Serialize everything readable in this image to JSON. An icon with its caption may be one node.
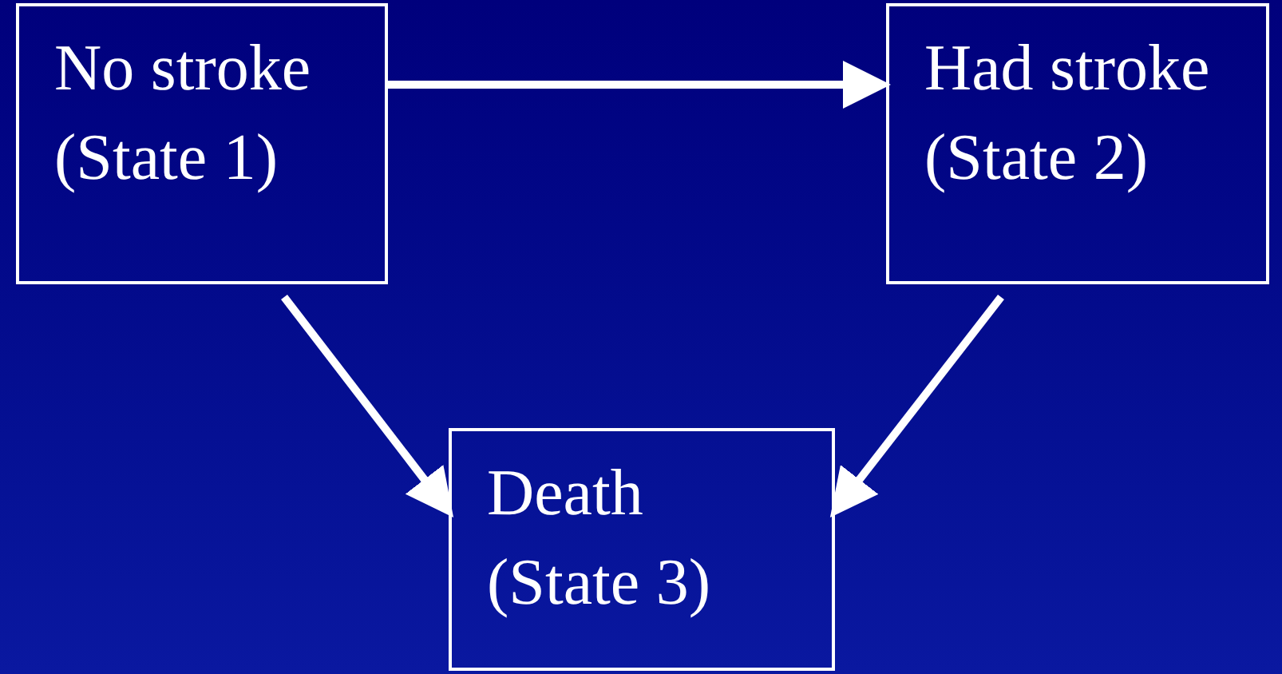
{
  "diagram": {
    "nodes": [
      {
        "text": [
          "No stroke (State 1)"
        ]
      },
      {
        "text": [
          "Had stroke (State 2)"
        ]
      },
      {
        "text": [
          "Death (State 3)"
        ]
      }
    ],
    "edges": [
      {
        "from": 0,
        "to": 1,
        "arrow": "to"
      },
      {
        "from": 0,
        "to": 2,
        "arrow": "to"
      },
      {
        "from": 1,
        "to": 2,
        "arrow": "to"
      }
    ]
  }
}
